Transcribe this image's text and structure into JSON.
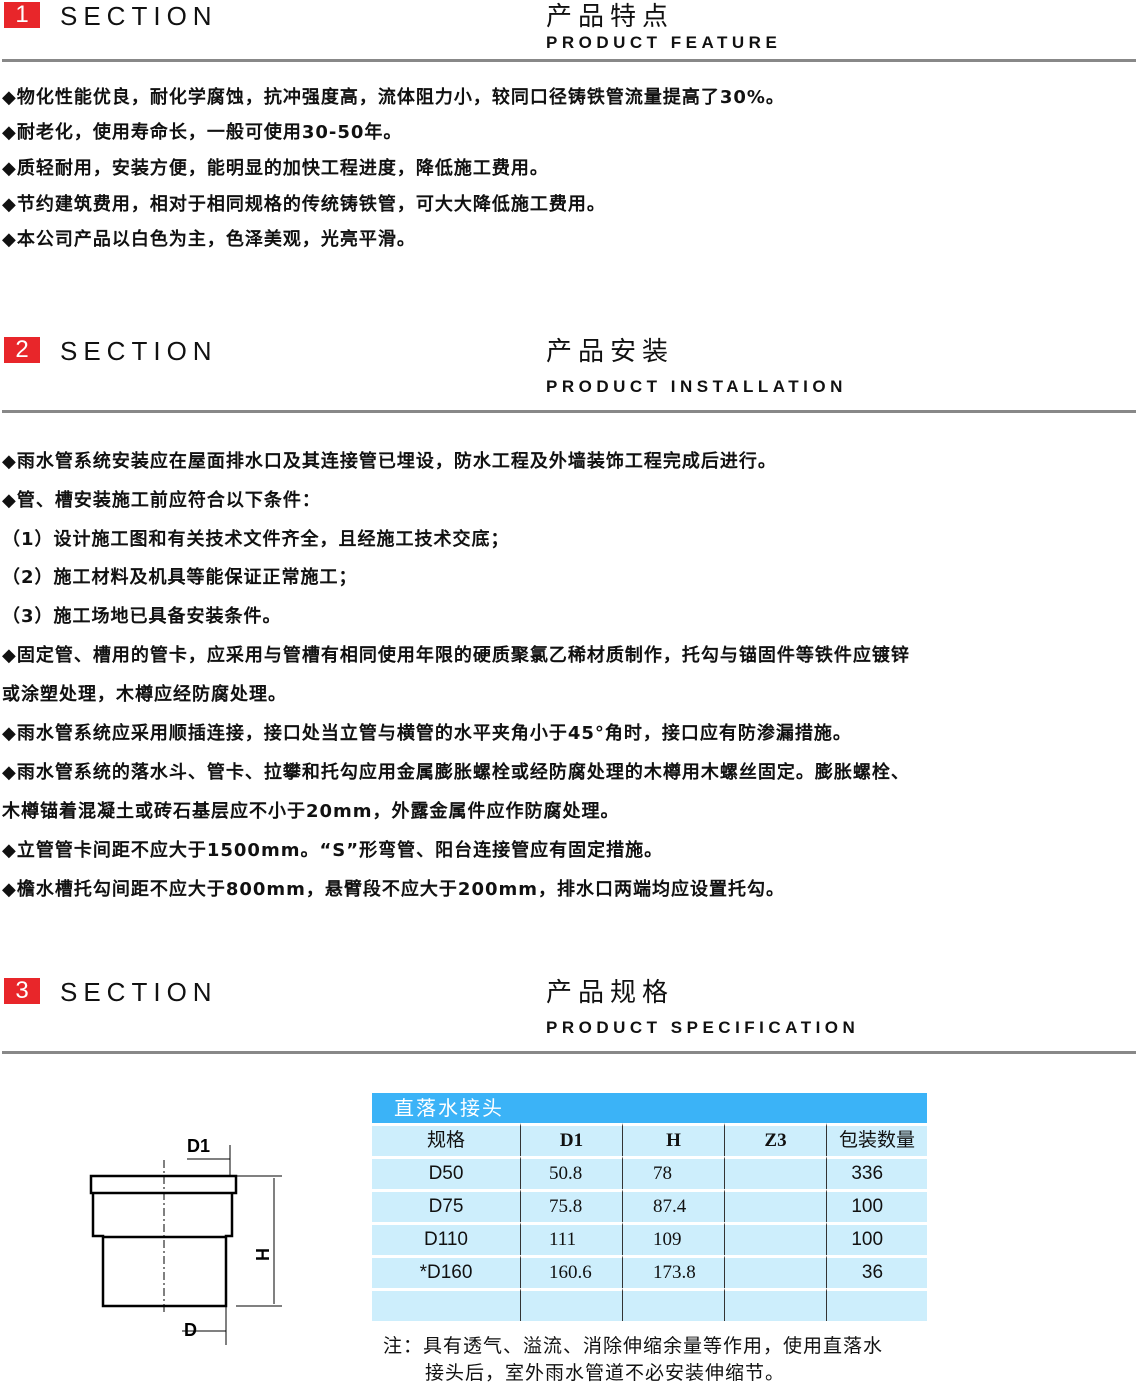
{
  "sections": [
    {
      "num": "1",
      "label": "SECTION",
      "cn": "产品特点",
      "en": "PRODUCT FEATURE",
      "lines": [
        "◆物化性能优良，耐化学腐蚀，抗冲强度高，流体阻力小，较同口径铸铁管流量提高了30%。",
        "◆耐老化，使用寿命长，一般可使用30-50年。",
        "◆质轻耐用，安装方便，能明显的加快工程进度，降低施工费用。",
        "◆节约建筑费用，相对于相同规格的传统铸铁管，可大大降低施工费用。",
        "◆本公司产品以白色为主，色泽美观，光亮平滑。"
      ]
    },
    {
      "num": "2",
      "label": "SECTION",
      "cn": "产品安装",
      "en": "PRODUCT INSTALLATION",
      "lines": [
        "◆雨水管系统安装应在屋面排水口及其连接管已埋设，防水工程及外墙装饰工程完成后进行。",
        "◆管、槽安装施工前应符合以下条件：",
        "（1）设计施工图和有关技术文件齐全，且经施工技术交底；",
        "（2）施工材料及机具等能保证正常施工；",
        "（3）施工场地已具备安装条件。",
        "◆固定管、槽用的管卡，应采用与管槽有相同使用年限的硬质聚氯乙稀材质制作，托勾与锚固件等铁件应镀锌",
        "或涂塑处理，木樽应经防腐处理。",
        "◆雨水管系统应采用顺插连接，接口处当立管与横管的水平夹角小于45°角时，接口应有防渗漏措施。",
        "◆雨水管系统的落水斗、管卡、拉攀和托勾应用金属膨胀螺栓或经防腐处理的木樽用木螺丝固定。膨胀螺栓、",
        "木樽锚着混凝土或砖石基层应不小于20mm，外露金属件应作防腐处理。",
        "◆立管管卡间距不应大于1500mm。“S”形弯管、阳台连接管应有固定措施。",
        "◆檐水槽托勾间距不应大于800mm，悬臂段不应大于200mm，排水口两端均应设置托勾。"
      ]
    },
    {
      "num": "3",
      "label": "SECTION",
      "cn": "产品规格",
      "en": "PRODUCT SPECIFICATION"
    }
  ],
  "diagram": {
    "d1": "D1",
    "h": "H",
    "d": "D"
  },
  "table": {
    "title": "直落水接头",
    "headers": [
      "规格",
      "D1",
      "H",
      "Z3",
      "包装数量"
    ],
    "rows": [
      [
        "D50",
        "50.8",
        "78",
        "",
        "336"
      ],
      [
        "D75",
        "75.8",
        "87.4",
        "",
        "100"
      ],
      [
        "D110",
        "111",
        "109",
        "",
        "100"
      ],
      [
        "*D160",
        "160.6",
        "173.8",
        "",
        "36"
      ],
      [
        "",
        "",
        "",
        "",
        ""
      ]
    ]
  },
  "note": [
    "注：具有透气、溢流、消除伸缩余量等作用，使用直落水",
    "接头后，室外雨水管道不必安装伸缩节。"
  ],
  "colors": {
    "accent": "#e8262a",
    "table_header": "#3bb3f7",
    "table_cell": "#cdeefc"
  }
}
